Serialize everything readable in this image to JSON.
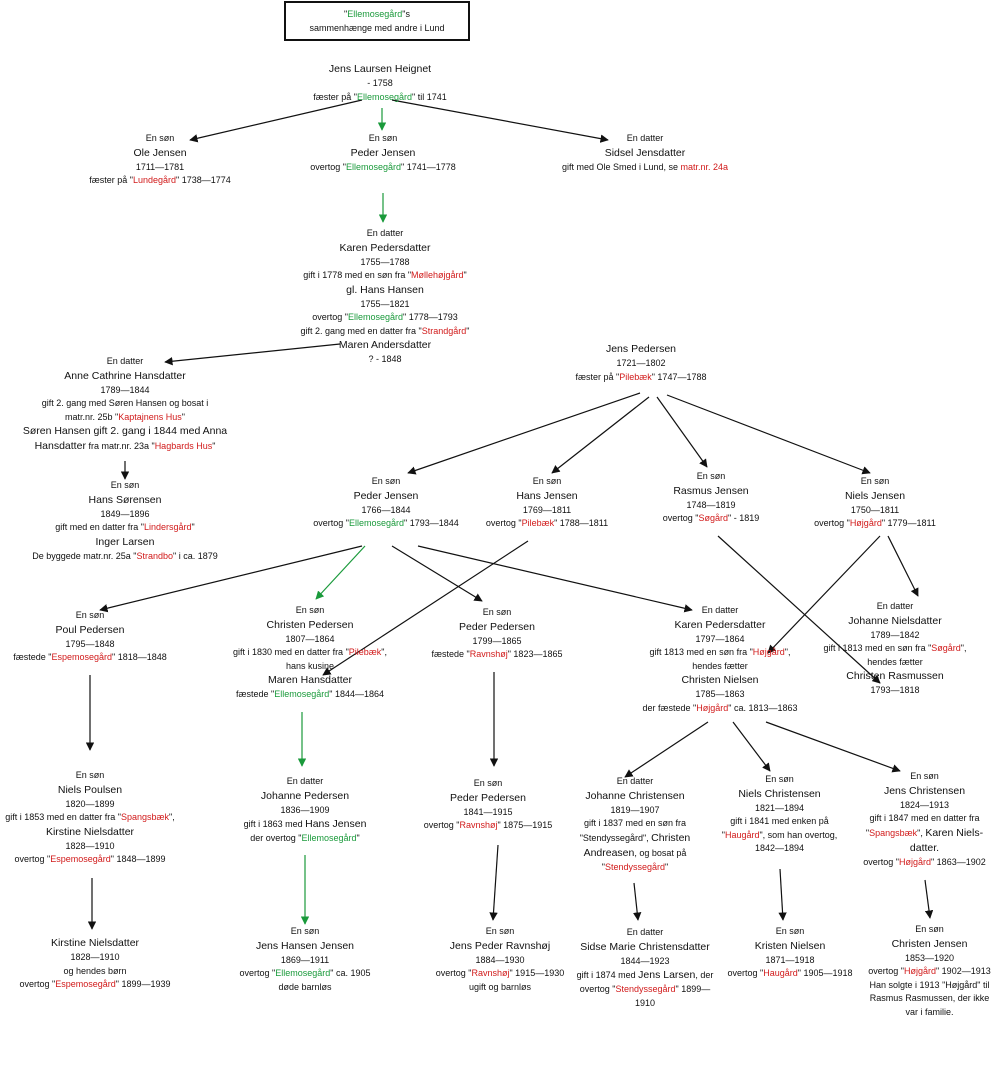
{
  "title": {
    "q1": "\"",
    "place": "Ellemosegård",
    "q2": "\"s",
    "line2": "sammenhænge med andre i Lund"
  },
  "nodes": {
    "jens_laursen": [
      [
        {
          "t": "Jens Laursen Heignet",
          "s": "n"
        }
      ],
      [
        {
          "t": "- 1758"
        }
      ],
      [
        {
          "t": "fæster på \""
        },
        {
          "t": "Ellemosegård",
          "c": "g"
        },
        {
          "t": "\" til 1741"
        }
      ]
    ],
    "ole_jensen": [
      [
        {
          "t": "En søn"
        }
      ],
      [
        {
          "t": "Ole Jensen",
          "s": "n"
        }
      ],
      [
        {
          "t": "1711—1781"
        }
      ],
      [
        {
          "t": "fæster på \""
        },
        {
          "t": "Lundegård",
          "c": "r"
        },
        {
          "t": "\" 1738—1774"
        }
      ]
    ],
    "peder_jensen_1": [
      [
        {
          "t": "En søn"
        }
      ],
      [
        {
          "t": "Peder Jensen",
          "s": "n"
        }
      ],
      [
        {
          "t": " "
        }
      ],
      [
        {
          "t": "overtog \""
        },
        {
          "t": "Ellemosegård",
          "c": "g"
        },
        {
          "t": "\" 1741—1778"
        }
      ]
    ],
    "sidsel": [
      [
        {
          "t": "En datter"
        }
      ],
      [
        {
          "t": "Sidsel Jensdatter",
          "s": "n"
        }
      ],
      [
        {
          "t": " "
        }
      ],
      [
        {
          "t": "gift med Ole Smed i Lund, se "
        },
        {
          "t": "matr.nr. 24a",
          "c": "r"
        }
      ]
    ],
    "karen_pedersdatter": [
      [
        {
          "t": "En datter"
        }
      ],
      [
        {
          "t": "Karen Pedersdatter",
          "s": "n"
        }
      ],
      [
        {
          "t": "1755—1788"
        }
      ],
      [
        {
          "t": "gift i 1778 med en søn fra \""
        },
        {
          "t": "Møllehøjgård",
          "c": "r"
        },
        {
          "t": "\""
        }
      ],
      [
        {
          "t": "gl. Hans Hansen",
          "s": "n"
        }
      ],
      [
        {
          "t": "1755—1821"
        }
      ],
      [
        {
          "t": "overtog \""
        },
        {
          "t": "Ellemosegård",
          "c": "g"
        },
        {
          "t": "\" 1778—1793"
        }
      ],
      [
        {
          "t": "gift 2. gang med en datter fra \""
        },
        {
          "t": "Strandgård",
          "c": "r"
        },
        {
          "t": "\""
        }
      ],
      [
        {
          "t": "Maren Andersdatter",
          "s": "n"
        }
      ],
      [
        {
          "t": "? - 1848"
        }
      ]
    ],
    "anne_cathrine": [
      [
        {
          "t": "En datter"
        }
      ],
      [
        {
          "t": "Anne Cathrine Hansdatter",
          "s": "n"
        }
      ],
      [
        {
          "t": "1789—1844"
        }
      ],
      [
        {
          "t": "gift 2. gang med Søren Hansen og bosat i"
        }
      ],
      [
        {
          "t": "matr.nr. 25b \""
        },
        {
          "t": "Kaptajnens Hus",
          "c": "r"
        },
        {
          "t": "\""
        }
      ],
      [
        {
          "t": "Søren Hansen gift 2. gang i 1844 med Anna",
          "s": "n"
        }
      ],
      [
        {
          "t": "Hansdatter",
          "s": "n"
        },
        {
          "t": " fra matr.nr. 23a \""
        },
        {
          "t": "Hagbards Hus",
          "c": "r"
        },
        {
          "t": "\""
        }
      ]
    ],
    "hans_sorensen": [
      [
        {
          "t": "En søn"
        }
      ],
      [
        {
          "t": "Hans Sørensen",
          "s": "n"
        }
      ],
      [
        {
          "t": "1849—1896"
        }
      ],
      [
        {
          "t": "gift med en datter fra \""
        },
        {
          "t": "Lindersgård",
          "c": "r"
        },
        {
          "t": "\""
        }
      ],
      [
        {
          "t": "Inger Larsen",
          "s": "n"
        }
      ],
      [
        {
          "t": "De byggede matr.nr. 25a \""
        },
        {
          "t": "Strandbo",
          "c": "r"
        },
        {
          "t": "\" i ca. 1879"
        }
      ]
    ],
    "jens_pedersen": [
      [
        {
          "t": "Jens Pedersen",
          "s": "n"
        }
      ],
      [
        {
          "t": "1721—1802"
        }
      ],
      [
        {
          "t": "fæster på \""
        },
        {
          "t": "Pilebæk",
          "c": "r"
        },
        {
          "t": "\" 1747—1788"
        }
      ]
    ],
    "peder_jensen_2": [
      [
        {
          "t": "En søn"
        }
      ],
      [
        {
          "t": "Peder Jensen",
          "s": "n"
        }
      ],
      [
        {
          "t": "1766—1844"
        }
      ],
      [
        {
          "t": "overtog \""
        },
        {
          "t": "Ellemosegård",
          "c": "g"
        },
        {
          "t": "\" 1793—1844"
        }
      ]
    ],
    "hans_jensen": [
      [
        {
          "t": "En søn"
        }
      ],
      [
        {
          "t": "Hans Jensen",
          "s": "n"
        }
      ],
      [
        {
          "t": "1769—1811"
        }
      ],
      [
        {
          "t": "overtog \""
        },
        {
          "t": "Pilebæk",
          "c": "r"
        },
        {
          "t": "\" 1788—1811"
        }
      ]
    ],
    "rasmus_jensen": [
      [
        {
          "t": "En søn"
        }
      ],
      [
        {
          "t": "Rasmus Jensen",
          "s": "n"
        }
      ],
      [
        {
          "t": "1748—1819"
        }
      ],
      [
        {
          "t": "overtog \""
        },
        {
          "t": "Søgård",
          "c": "r"
        },
        {
          "t": "\"  - 1819"
        }
      ]
    ],
    "niels_jensen": [
      [
        {
          "t": "En søn"
        }
      ],
      [
        {
          "t": "Niels Jensen",
          "s": "n"
        }
      ],
      [
        {
          "t": "1750—1811"
        }
      ],
      [
        {
          "t": "overtog \""
        },
        {
          "t": "Højgård",
          "c": "r"
        },
        {
          "t": "\" 1779—1811"
        }
      ]
    ],
    "poul_pedersen": [
      [
        {
          "t": "En søn"
        }
      ],
      [
        {
          "t": "Poul Pedersen",
          "s": "n"
        }
      ],
      [
        {
          "t": "1795—1848"
        }
      ],
      [
        {
          "t": "fæstede \""
        },
        {
          "t": "Espemosegård",
          "c": "r"
        },
        {
          "t": "\" 1818—1848"
        }
      ]
    ],
    "christen_pedersen": [
      [
        {
          "t": "En søn"
        }
      ],
      [
        {
          "t": "Christen Pedersen",
          "s": "n"
        }
      ],
      [
        {
          "t": "1807—1864"
        }
      ],
      [
        {
          "t": "gift i 1830 med en datter fra \""
        },
        {
          "t": "Pilebæk",
          "c": "r"
        },
        {
          "t": "\","
        }
      ],
      [
        {
          "t": "hans kusine"
        }
      ],
      [
        {
          "t": "Maren Hansdatter",
          "s": "n"
        }
      ],
      [
        {
          "t": "fæstede \""
        },
        {
          "t": "Ellemosegård",
          "c": "g"
        },
        {
          "t": "\" 1844—1864"
        }
      ]
    ],
    "peder_pedersen_1": [
      [
        {
          "t": "En søn"
        }
      ],
      [
        {
          "t": "Peder Pedersen",
          "s": "n"
        }
      ],
      [
        {
          "t": "1799—1865"
        }
      ],
      [
        {
          "t": "fæstede \""
        },
        {
          "t": "Ravnshøj",
          "c": "r"
        },
        {
          "t": "\" 1823—1865"
        }
      ]
    ],
    "karen_pedersdatter_2": [
      [
        {
          "t": "En datter"
        }
      ],
      [
        {
          "t": "Karen Pedersdatter",
          "s": "n"
        }
      ],
      [
        {
          "t": "1797—1864"
        }
      ],
      [
        {
          "t": "gift 1813 med en søn fra \""
        },
        {
          "t": "Højgård",
          "c": "r"
        },
        {
          "t": "\","
        }
      ],
      [
        {
          "t": "hendes fætter"
        }
      ],
      [
        {
          "t": "Christen Nielsen",
          "s": "n"
        }
      ],
      [
        {
          "t": "1785—1863"
        }
      ],
      [
        {
          "t": "der fæstede \""
        },
        {
          "t": "Højgård",
          "c": "r"
        },
        {
          "t": "\" ca. 1813—1863"
        }
      ]
    ],
    "johanne_nielsdatter": [
      [
        {
          "t": "En datter"
        }
      ],
      [
        {
          "t": "Johanne Nielsdatter",
          "s": "n"
        }
      ],
      [
        {
          "t": "1789—1842"
        }
      ],
      [
        {
          "t": "gift i 1813 med en søn fra \""
        },
        {
          "t": "Søgård",
          "c": "r"
        },
        {
          "t": "\","
        }
      ],
      [
        {
          "t": "hendes fætter"
        }
      ],
      [
        {
          "t": "Christen Rasmussen",
          "s": "n"
        }
      ],
      [
        {
          "t": "1793—1818"
        }
      ]
    ],
    "niels_poulsen": [
      [
        {
          "t": "En søn"
        }
      ],
      [
        {
          "t": "Niels Poulsen",
          "s": "n"
        }
      ],
      [
        {
          "t": "1820—1899"
        }
      ],
      [
        {
          "t": "gift i 1853 med en datter fra \""
        },
        {
          "t": "Spangsbæk",
          "c": "r"
        },
        {
          "t": "\","
        }
      ],
      [
        {
          "t": "Kirstine Nielsdatter",
          "s": "n"
        }
      ],
      [
        {
          "t": "1828—1910"
        }
      ],
      [
        {
          "t": "overtog \""
        },
        {
          "t": "Espemosegård",
          "c": "r"
        },
        {
          "t": "\" 1848—1899"
        }
      ]
    ],
    "johanne_pedersen": [
      [
        {
          "t": "En datter"
        }
      ],
      [
        {
          "t": "Johanne Pedersen",
          "s": "n"
        }
      ],
      [
        {
          "t": "1836—1909"
        }
      ],
      [
        {
          "t": "gift i 1863 med "
        },
        {
          "t": "Hans Jensen",
          "s": "n"
        }
      ],
      [
        {
          "t": "der overtog \""
        },
        {
          "t": "Ellemosegård",
          "c": "g"
        },
        {
          "t": "\""
        }
      ]
    ],
    "peder_pedersen_2": [
      [
        {
          "t": "En søn"
        }
      ],
      [
        {
          "t": "Peder Pedersen",
          "s": "n"
        }
      ],
      [
        {
          "t": "1841—1915"
        }
      ],
      [
        {
          "t": "overtog \""
        },
        {
          "t": "Ravnshøj",
          "c": "r"
        },
        {
          "t": "\" 1875—1915"
        }
      ]
    ],
    "johanne_christensen": [
      [
        {
          "t": "En datter"
        }
      ],
      [
        {
          "t": "Johanne Christensen",
          "s": "n"
        }
      ],
      [
        {
          "t": "1819—1907"
        }
      ],
      [
        {
          "t": "gift i 1837 med en søn fra"
        }
      ],
      [
        {
          "t": "\"Stendyssegård\", "
        },
        {
          "t": "Christen",
          "s": "n"
        }
      ],
      [
        {
          "t": "Andreasen",
          "s": "n"
        },
        {
          "t": ", og bosat på"
        }
      ],
      [
        {
          "t": "\""
        },
        {
          "t": "Stendyssegård",
          "c": "r"
        },
        {
          "t": "\""
        }
      ]
    ],
    "niels_christensen": [
      [
        {
          "t": "En søn"
        }
      ],
      [
        {
          "t": "Niels Christensen",
          "s": "n"
        }
      ],
      [
        {
          "t": "1821—1894"
        }
      ],
      [
        {
          "t": "gift i 1841 med enken på"
        }
      ],
      [
        {
          "t": "\""
        },
        {
          "t": "Haugård",
          "c": "r"
        },
        {
          "t": "\", som han overtog,"
        }
      ],
      [
        {
          "t": "1842—1894"
        }
      ]
    ],
    "jens_christensen": [
      [
        {
          "t": "En søn"
        }
      ],
      [
        {
          "t": "Jens Christensen",
          "s": "n"
        }
      ],
      [
        {
          "t": "1824—1913"
        }
      ],
      [
        {
          "t": "gift i 1847 med en datter fra"
        }
      ],
      [
        {
          "t": "\""
        },
        {
          "t": "Spangsbæk",
          "c": "r"
        },
        {
          "t": "\", "
        },
        {
          "t": "Karen Niels-",
          "s": "n"
        }
      ],
      [
        {
          "t": "datter.",
          "s": "n"
        }
      ],
      [
        {
          "t": "overtog \""
        },
        {
          "t": "Højgård",
          "c": "r"
        },
        {
          "t": "\" 1863—1902"
        }
      ]
    ],
    "kirstine_nielsdatter": [
      [
        {
          "t": "Kirstine Nielsdatter",
          "s": "n"
        }
      ],
      [
        {
          "t": "1828—1910"
        }
      ],
      [
        {
          "t": "og hendes børn"
        }
      ],
      [
        {
          "t": "overtog \""
        },
        {
          "t": "Espemosegård",
          "c": "r"
        },
        {
          "t": "\" 1899—1939"
        }
      ]
    ],
    "jens_hansen_jensen": [
      [
        {
          "t": "En søn"
        }
      ],
      [
        {
          "t": "Jens Hansen Jensen",
          "s": "n"
        }
      ],
      [
        {
          "t": "1869—1911"
        }
      ],
      [
        {
          "t": "overtog \""
        },
        {
          "t": "Ellemosegård",
          "c": "g"
        },
        {
          "t": "\" ca. 1905"
        }
      ],
      [
        {
          "t": "døde barnløs"
        }
      ]
    ],
    "jens_peder_ravnshoj": [
      [
        {
          "t": "En søn"
        }
      ],
      [
        {
          "t": "Jens Peder Ravnshøj",
          "s": "n"
        }
      ],
      [
        {
          "t": "1884—1930"
        }
      ],
      [
        {
          "t": "overtog \""
        },
        {
          "t": "Ravnshøj",
          "c": "r"
        },
        {
          "t": "\" 1915—1930"
        }
      ],
      [
        {
          "t": "ugift og barnløs"
        }
      ]
    ],
    "sidse_marie": [
      [
        {
          "t": "En datter"
        }
      ],
      [
        {
          "t": "Sidse Marie Christensdatter",
          "s": "n"
        }
      ],
      [
        {
          "t": "1844—1923"
        }
      ],
      [
        {
          "t": "gift i 1874 med "
        },
        {
          "t": "Jens Larsen",
          "s": "n"
        },
        {
          "t": ", der"
        }
      ],
      [
        {
          "t": "overtog \""
        },
        {
          "t": "Stendyssegård",
          "c": "r"
        },
        {
          "t": "\" 1899—"
        }
      ],
      [
        {
          "t": "1910"
        }
      ]
    ],
    "kristen_nielsen": [
      [
        {
          "t": "En søn"
        }
      ],
      [
        {
          "t": "Kristen Nielsen",
          "s": "n"
        }
      ],
      [
        {
          "t": "1871—1918"
        }
      ],
      [
        {
          "t": "overtog \""
        },
        {
          "t": "Haugård",
          "c": "r"
        },
        {
          "t": "\" 1905—1918"
        }
      ]
    ],
    "christen_jensen": [
      [
        {
          "t": "En søn"
        }
      ],
      [
        {
          "t": "Christen Jensen",
          "s": "n"
        }
      ],
      [
        {
          "t": "1853—1920"
        }
      ],
      [
        {
          "t": "overtog \""
        },
        {
          "t": "Højgård",
          "c": "r"
        },
        {
          "t": "\" 1902—1913"
        }
      ],
      [
        {
          "t": "Han solgte i 1913 \"Højgård\" til"
        }
      ],
      [
        {
          "t": "Rasmus Rasmussen, der ikke"
        }
      ],
      [
        {
          "t": "var i familie."
        }
      ]
    ]
  },
  "colors": {
    "green": "#1a9a3b",
    "red": "#d11a1a",
    "arrow": "#111111"
  }
}
